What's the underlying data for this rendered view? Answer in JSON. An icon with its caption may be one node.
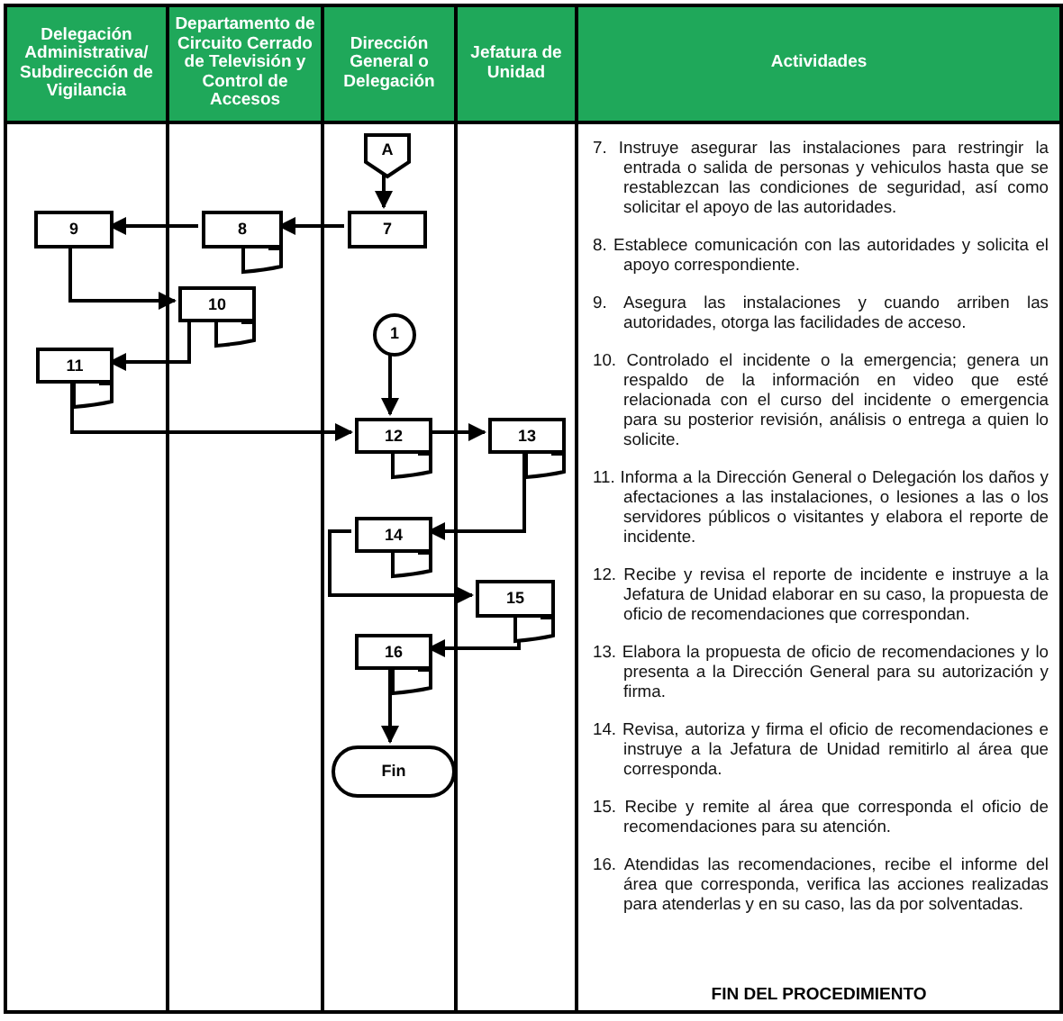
{
  "diagram": {
    "nodes": [
      {
        "text": [
          "Delegación Administrativa/ Subdirección de Vigilancia"
        ]
      },
      {
        "text": [
          "Departamento de Circuito Cerrado de Televisión y Control de Accesos"
        ]
      },
      {
        "text": [
          "Dirección General o Delegación"
        ]
      },
      {
        "text": [
          "Jefatura de Unidad"
        ]
      },
      {
        "text": [
          "Actividades"
        ]
      },
      {
        "text": [
          "A"
        ],
        "in": 2
      },
      {
        "text": [
          "7"
        ],
        "in": 2
      },
      {
        "text": [
          "8"
        ],
        "in": 1
      },
      {
        "text": [
          "9"
        ],
        "in": 0
      },
      {
        "text": [
          "10"
        ],
        "in": 1
      },
      {
        "text": [
          "11"
        ],
        "in": 0
      },
      {
        "text": [
          "1"
        ],
        "in": 2
      },
      {
        "text": [
          "12"
        ],
        "in": 2
      },
      {
        "text": [
          "13"
        ],
        "in": 3
      },
      {
        "text": [
          "14"
        ],
        "in": 2
      },
      {
        "text": [
          "15"
        ],
        "in": 3
      },
      {
        "text": [
          "16"
        ],
        "in": 2
      },
      {
        "text": [
          "Fin"
        ],
        "in": 2
      }
    ],
    "edges": [
      {
        "from": 5,
        "to": 6,
        "arrow": "to"
      },
      {
        "from": 6,
        "to": 7,
        "arrow": "to"
      },
      {
        "from": 7,
        "to": 8,
        "arrow": "to"
      },
      {
        "from": 8,
        "to": 9,
        "arrow": "to"
      },
      {
        "from": 9,
        "to": 10,
        "arrow": "to"
      },
      {
        "from": 10,
        "to": 12,
        "arrow": "to"
      },
      {
        "from": 11,
        "to": 12,
        "arrow": "to"
      },
      {
        "from": 12,
        "to": 13,
        "arrow": "to"
      },
      {
        "from": 13,
        "to": 14,
        "arrow": "to"
      },
      {
        "from": 14,
        "to": 15,
        "arrow": "to"
      },
      {
        "from": 15,
        "to": 16,
        "arrow": "to"
      },
      {
        "from": 16,
        "to": 17,
        "arrow": "to"
      }
    ],
    "labels": [
      "7. Instruye asegurar las instalaciones para restringir la entrada o salida de personas y vehiculos hasta que se restablezcan las condiciones de seguridad, así como solicitar el apoyo de las autoridades.",
      "8. Establece comunicación con las autoridades y solicita el apoyo correspondiente.",
      "9. Asegura las instalaciones y cuando arriben las autoridades, otorga las facilidades de acceso.",
      "10. Controlado el incidente o la emergencia; genera un respaldo de la información en video que esté relacionada con el curso del incidente o emergencia para su posterior revisión, análisis o entrega a quien lo solicite.",
      "11. Informa a la Dirección General o Delegación los daños y afectaciones a las instalaciones, o lesiones a las o los servidores públicos o visitantes y elabora el reporte de incidente.",
      "12. Recibe y revisa el reporte de incidente e instruye a la Jefatura de Unidad elaborar en su caso, la propuesta de oficio de recomendaciones que correspondan.",
      "13. Elabora la propuesta de oficio de recomendaciones y lo presenta a la Dirección General para su autorización y firma.",
      "14. Revisa, autoriza y firma el oficio de recomendaciones e instruye a la Jefatura de Unidad remitirlo al área que corresponda.",
      "15. Recibe y remite al área que corresponda el oficio de recomendaciones para su atención.",
      "16. Atendidas las recomendaciones, recibe el informe del área que corresponda, verifica las acciones realizadas para atenderlas y en su caso, las da por solventadas.",
      "FIN DEL PROCEDIMIENTO"
    ]
  }
}
